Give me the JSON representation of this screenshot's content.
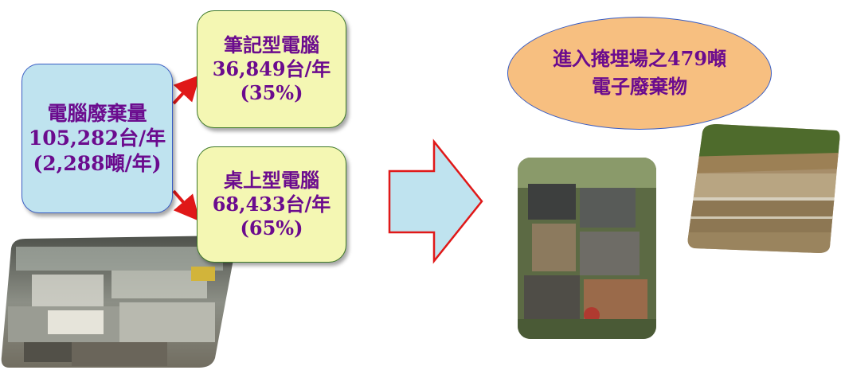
{
  "total_box": {
    "line1": "電腦廢棄量",
    "line2": "105,282台/年",
    "line3": "(2,288噸/年)"
  },
  "notebook_box": {
    "line1": "筆記型電腦",
    "line2": "36,849台/年",
    "line3": "(35%)"
  },
  "desktop_box": {
    "line1": "桌上型電腦",
    "line2": "68,433台/年",
    "line3": "(65%)"
  },
  "landfill": {
    "line1": "進入掩埋場之479噸",
    "line2": "電子廢棄物"
  },
  "colors": {
    "text": "#6b0b8e",
    "total_fill": "#bfe3ef",
    "total_border": "#3a5ec4",
    "sub_fill": "#f4f7b3",
    "sub_border": "#3f7a2a",
    "ellipse_fill": "#f7bf80",
    "big_arrow_fill": "#bfe3ef",
    "big_arrow_border": "#e01818",
    "small_arrow": "#e01818"
  }
}
